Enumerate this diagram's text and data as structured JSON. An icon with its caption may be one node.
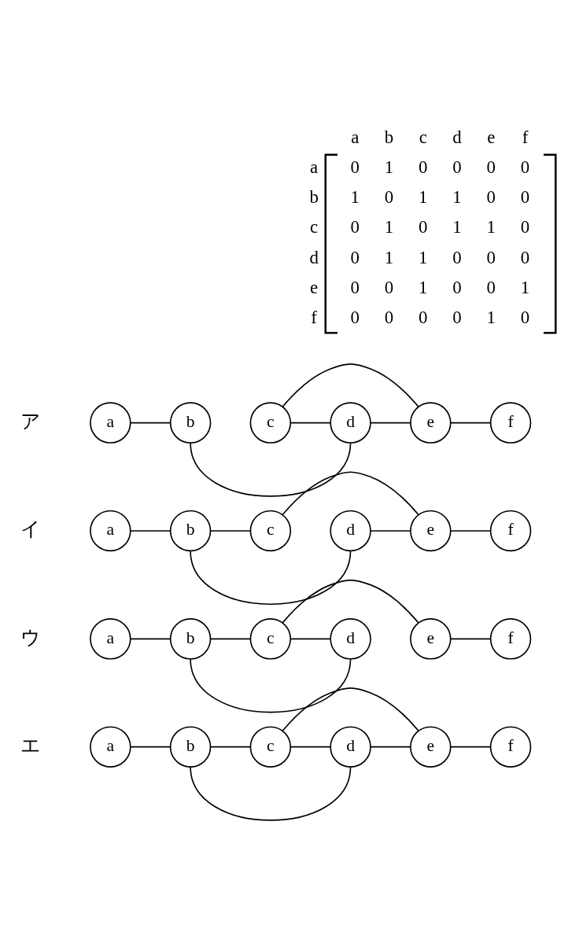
{
  "diagram": {
    "nodes": [
      {
        "text": [
          "a"
        ]
      },
      {
        "text": [
          "b"
        ]
      },
      {
        "text": [
          "c"
        ]
      },
      {
        "text": [
          "d"
        ]
      },
      {
        "text": [
          "e"
        ]
      },
      {
        "text": [
          "f"
        ]
      },
      {
        "text": [
          "a"
        ]
      },
      {
        "text": [
          "b"
        ]
      },
      {
        "text": [
          "c"
        ]
      },
      {
        "text": [
          "d"
        ]
      },
      {
        "text": [
          "e"
        ]
      },
      {
        "text": [
          "f"
        ]
      },
      {
        "text": [
          "a"
        ]
      },
      {
        "text": [
          "b"
        ]
      },
      {
        "text": [
          "c"
        ]
      },
      {
        "text": [
          "d"
        ]
      },
      {
        "text": [
          "e"
        ]
      },
      {
        "text": [
          "f"
        ]
      },
      {
        "text": [
          "a"
        ]
      },
      {
        "text": [
          "b"
        ]
      },
      {
        "text": [
          "c"
        ]
      },
      {
        "text": [
          "d"
        ]
      },
      {
        "text": [
          "e"
        ]
      },
      {
        "text": [
          "f"
        ]
      }
    ],
    "edges": [
      {
        "from": 0,
        "to": 1,
        "arrow": "none"
      },
      {
        "from": 2,
        "to": 3,
        "arrow": "none"
      },
      {
        "from": 3,
        "to": 4,
        "arrow": "none"
      },
      {
        "from": 4,
        "to": 5,
        "arrow": "none"
      },
      {
        "from": 2,
        "to": 4,
        "arrow": "none"
      },
      {
        "from": 1,
        "to": 3,
        "arrow": "none"
      },
      {
        "from": 6,
        "to": 7,
        "arrow": "none"
      },
      {
        "from": 7,
        "to": 8,
        "arrow": "none"
      },
      {
        "from": 9,
        "to": 10,
        "arrow": "none"
      },
      {
        "from": 10,
        "to": 11,
        "arrow": "none"
      },
      {
        "from": 8,
        "to": 10,
        "arrow": "none"
      },
      {
        "from": 7,
        "to": 9,
        "arrow": "none"
      },
      {
        "from": 12,
        "to": 13,
        "arrow": "none"
      },
      {
        "from": 13,
        "to": 14,
        "arrow": "none"
      },
      {
        "from": 14,
        "to": 15,
        "arrow": "none"
      },
      {
        "from": 16,
        "to": 17,
        "arrow": "none"
      },
      {
        "from": 14,
        "to": 16,
        "arrow": "none"
      },
      {
        "from": 13,
        "to": 15,
        "arrow": "none"
      },
      {
        "from": 18,
        "to": 19,
        "arrow": "none"
      },
      {
        "from": 19,
        "to": 20,
        "arrow": "none"
      },
      {
        "from": 20,
        "to": 21,
        "arrow": "none"
      },
      {
        "from": 21,
        "to": 22,
        "arrow": "none"
      },
      {
        "from": 22,
        "to": 23,
        "arrow": "none"
      },
      {
        "from": 20,
        "to": 22,
        "arrow": "none"
      },
      {
        "from": 19,
        "to": 21,
        "arrow": "none"
      }
    ],
    "labels": [
      "a",
      "b",
      "c",
      "d",
      "e",
      "f",
      "a",
      "0",
      "1",
      "0",
      "0",
      "0",
      "0",
      "b",
      "1",
      "0",
      "1",
      "1",
      "0",
      "0",
      "c",
      "0",
      "1",
      "0",
      "1",
      "1",
      "0",
      "d",
      "0",
      "1",
      "1",
      "0",
      "0",
      "0",
      "e",
      "0",
      "0",
      "1",
      "0",
      "0",
      "1",
      "f",
      "0",
      "0",
      "0",
      "0",
      "1",
      "0",
      "ア",
      "イ",
      "ウ",
      "エ"
    ]
  }
}
